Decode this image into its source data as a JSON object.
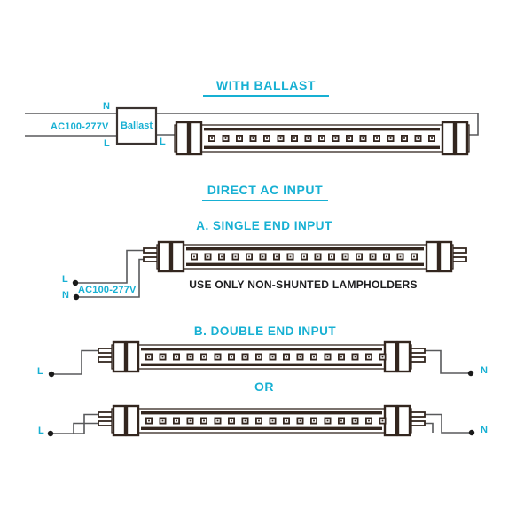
{
  "colors": {
    "accent": "#17b0d3",
    "ink": "#33261f",
    "wire": "#58595b",
    "note_text": "#1d1d1f"
  },
  "with_ballast": {
    "title": "WITH BALLAST",
    "neutral": "N",
    "voltage": "AC100-277V",
    "live": "L",
    "ballast": "Ballast",
    "tube_live": "L"
  },
  "direct_ac": {
    "title": "DIRECT AC INPUT",
    "single_end": {
      "title": "A. SINGLE END INPUT",
      "live": "L",
      "voltage": "AC100-277V",
      "neutral": "N",
      "note": "USE ONLY NON-SHUNTED LAMPHOLDERS"
    },
    "double_end": {
      "title": "B. DOUBLE END INPUT",
      "or": "OR",
      "single_pin": {
        "live": "L",
        "neutral": "N"
      },
      "double_pin": {
        "live": "L",
        "neutral": "N"
      }
    }
  }
}
